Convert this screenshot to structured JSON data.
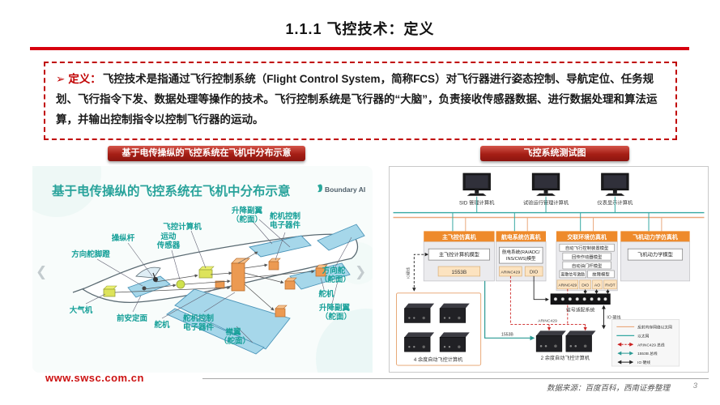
{
  "header": {
    "title": "1.1.1 飞控技术：定义"
  },
  "definition": {
    "bullet": "➢",
    "label": "定义：",
    "body": "飞控技术是指通过飞行控制系统（Flight Control System，简称FCS）对飞行器进行姿态控制、导航定位、任务规划、飞行指令下发、数据处理等操作的技术。飞行控制系统是飞行器的“大脑”，负责接收传感器数据、进行数据处理和算法运算，并输出控制指令以控制飞行器的运动。"
  },
  "left": {
    "badge": "基于电传操纵的飞控系统在飞机中分布示意",
    "title": "基于电传操纵的飞控系统在飞机中分布示意",
    "logo": "Boundary AI",
    "prev": "❮",
    "next": "❯",
    "labels": {
      "fcc": "飞控计算机",
      "elevon_top_1": "升降副翼",
      "elevon_top_2": "（舵面）",
      "ace_top_1": "舵机控制",
      "ace_top_2": "电子器件",
      "stick": "操纵杆",
      "motion_1": "运动",
      "motion_2": "传感器",
      "pedal": "方向舵脚蹬",
      "rudder_1": "方向舵",
      "rudder_2": "（舵面）",
      "servo_r": "舵机",
      "elevon_bot_1": "升降副翼",
      "elevon_bot_2": "（舵面）",
      "air_data": "大气机",
      "canard": "前安定面",
      "servo_l": "舵机",
      "ace_bot_1": "舵机控制",
      "ace_bot_2": "电子器件",
      "flap_1": "襟翼",
      "flap_2": "（舵面）"
    }
  },
  "right": {
    "badge": "飞控系统测试图",
    "computers": {
      "c1": "SID 管理计算机",
      "c2": "试验运行管理计算机",
      "c3": "仪表显示计算机"
    },
    "sim1": {
      "title": "主飞控仿真机",
      "model": "主飞控计算机模型",
      "tag": "1553B"
    },
    "sim2": {
      "title": "航电系统仿真机",
      "model_1": "航电系统(RA/ADC/",
      "model_2": "INS/CWS)模型",
      "tag1": "ARINC429",
      "tag2": "DIO"
    },
    "sim3": {
      "title": "交联环境仿真机",
      "row1": "自动飞行控制装置模型",
      "row2": "回传作动器模型",
      "row3": "自动油门杆模型",
      "row4a": "离散信号激励",
      "row4b": "故障模型",
      "tag1": "ARINC429",
      "tag2": "DIO",
      "tag3": "AO",
      "tag4": "RVDT"
    },
    "sim4": {
      "title": "飞机动力学仿真机",
      "model": "飞机动力学模型"
    },
    "quad_label": "4 余度自动飞控计算机",
    "dual_label": "2 余度自动飞控计算机",
    "adapter_label": "信号适配系统",
    "io_line_label": "IO 硬线",
    "arinc_line_label": "ARINC429",
    "bus1553_line_label": "1553B",
    "crosslink_label": "IO硬线",
    "legend": {
      "l1": "反射内存网络以太网",
      "l2": "以太网",
      "l3": "ARINC429 总线",
      "l4": "1553B 总线",
      "l5": "IO 硬线"
    }
  },
  "footer": {
    "url": "www.swsc.com.cn",
    "source": "数据来源：百度百科，西南证券整理",
    "page": "3"
  },
  "colors": {
    "accent_red": "#C00000",
    "rule_red": "#D7000F",
    "teal": "#17A099",
    "orange_header": "#EE8A2B"
  }
}
